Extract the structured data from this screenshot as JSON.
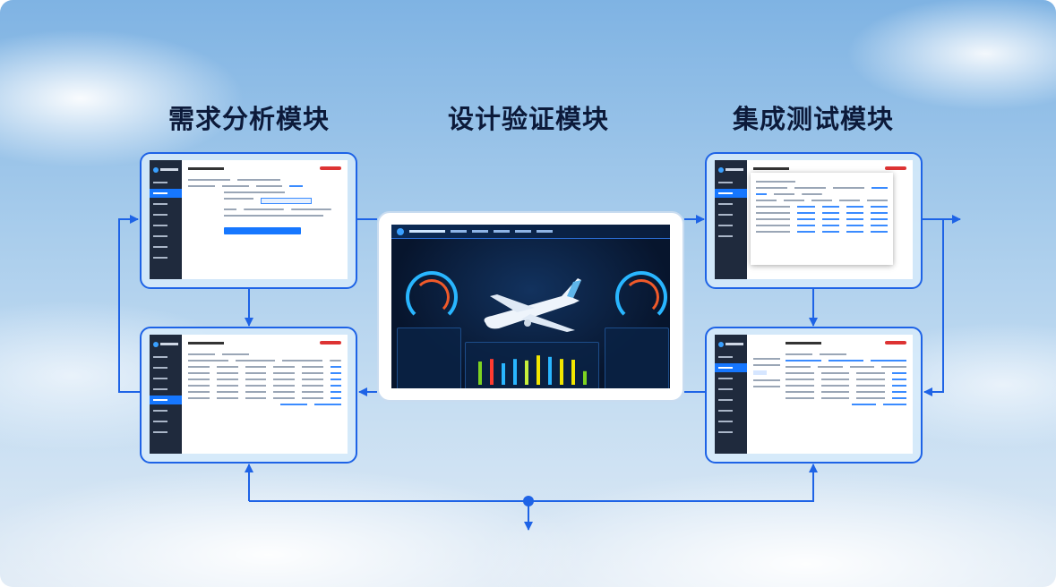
{
  "titles": {
    "requirements": "需求分析模块",
    "design": "设计验证模块",
    "integration": "集成测试模块"
  },
  "colors": {
    "connector": "#1e63e6",
    "title": "#0c1a3a",
    "dashboard_bg": "#07152d"
  },
  "dashboard": {
    "bar_levels": [
      0.65,
      0.72,
      0.6,
      0.72,
      0.68,
      0.82,
      0.78,
      0.72,
      0.7,
      0.38
    ],
    "bar_colors": [
      "#7ed321",
      "#ff3b30",
      "#29b6ff",
      "#29b6ff",
      "#c6f03c",
      "#f2e600",
      "#29b6ff",
      "#f2e600",
      "#f2e600",
      "#7ed321"
    ]
  }
}
